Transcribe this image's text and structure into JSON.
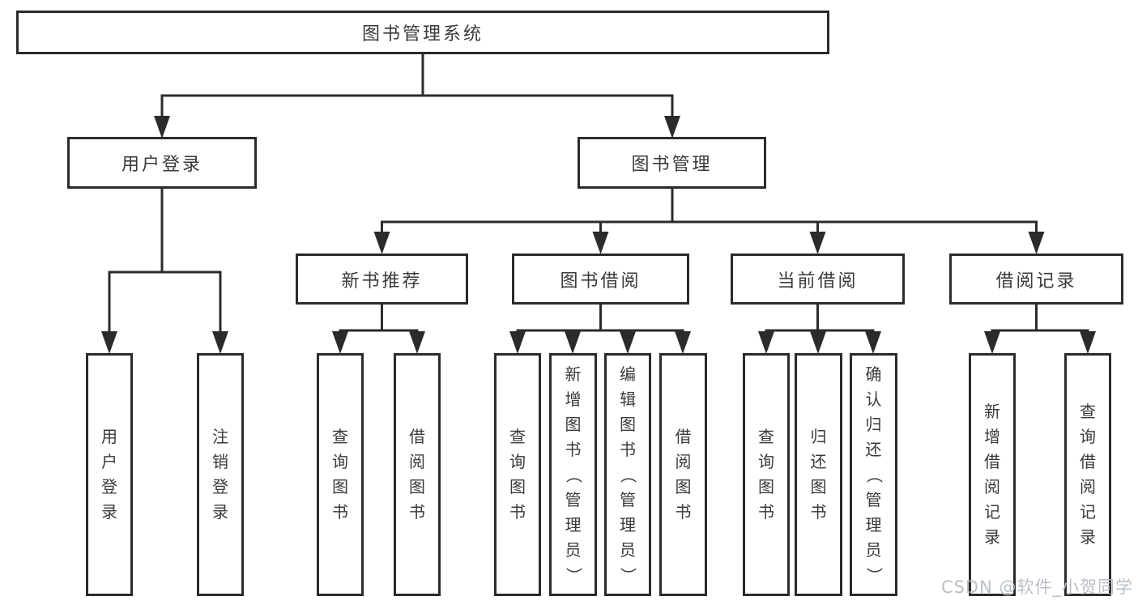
{
  "diagram": {
    "root": {
      "label": "图书管理系统"
    },
    "level1": [
      {
        "label": "用户登录",
        "children": [
          {
            "label": "用户登录"
          },
          {
            "label": "注销登录"
          }
        ]
      },
      {
        "label": "图书管理",
        "children": [
          {
            "label": "新书推荐",
            "children": [
              {
                "label": "查询图书"
              },
              {
                "label": "借阅图书"
              }
            ]
          },
          {
            "label": "图书借阅",
            "children": [
              {
                "label": "查询图书"
              },
              {
                "label": "新增图书（管理员）"
              },
              {
                "label": "编辑图书（管理员）"
              },
              {
                "label": "借阅图书"
              }
            ]
          },
          {
            "label": "当前借阅",
            "children": [
              {
                "label": "查询图书"
              },
              {
                "label": "归还图书"
              },
              {
                "label": "确认归还（管理员）"
              }
            ]
          },
          {
            "label": "借阅记录",
            "children": [
              {
                "label": "新增借阅记录"
              },
              {
                "label": "查询借阅记录"
              }
            ]
          }
        ]
      }
    ]
  },
  "watermark": "CSDN @软件_小贺同学",
  "colors": {
    "line": "#2b2b2b",
    "text": "#3a3a3a",
    "background": "#ffffff",
    "watermark": "#b5bac3"
  }
}
